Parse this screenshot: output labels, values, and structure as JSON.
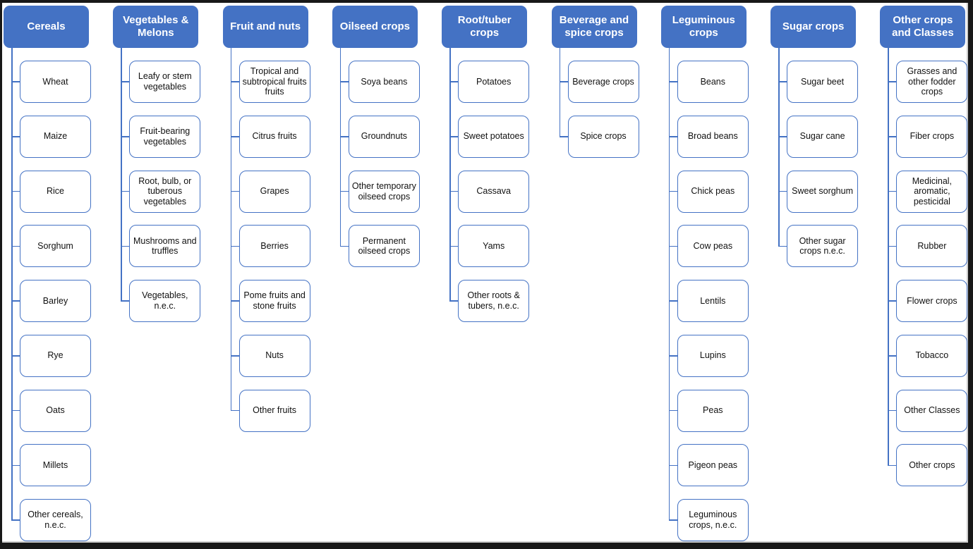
{
  "colors": {
    "header_bg": "#4472C4",
    "header_text": "#ffffff",
    "node_border": "#4472C4",
    "node_bg": "#ffffff",
    "connector": "#4472C4",
    "frame": "#181818",
    "canvas_bg": "#ffffff"
  },
  "diagram": {
    "type": "hierarchy",
    "columns": [
      {
        "header": "Cereals",
        "children": [
          "Wheat",
          "Maize",
          "Rice",
          "Sorghum",
          "Barley",
          "Rye",
          "Oats",
          "Millets",
          "Other cereals, n.e.c."
        ]
      },
      {
        "header": "Vegetables & Melons",
        "children": [
          "Leafy or stem vegetables",
          "Fruit-bearing vegetables",
          "Root, bulb, or tuberous vegetables",
          "Mushrooms and truffles",
          "Vegetables, n.e.c."
        ]
      },
      {
        "header": "Fruit and nuts",
        "children": [
          "Tropical and subtropical fruits fruits",
          "Citrus fruits",
          "Grapes",
          "Berries",
          "Pome fruits and stone fruits",
          "Nuts",
          "Other fruits"
        ]
      },
      {
        "header": "Oilseed crops",
        "children": [
          "Soya beans",
          "Groundnuts",
          "Other temporary oilseed crops",
          "Permanent oilseed crops"
        ]
      },
      {
        "header": "Root/tuber crops",
        "children": [
          "Potatoes",
          "Sweet potatoes",
          "Cassava",
          "Yams",
          "Other roots & tubers, n.e.c."
        ]
      },
      {
        "header": "Beverage and spice crops",
        "children": [
          "Beverage crops",
          "Spice crops"
        ]
      },
      {
        "header": "Leguminous crops",
        "children": [
          "Beans",
          "Broad beans",
          "Chick peas",
          "Cow peas",
          "Lentils",
          "Lupins",
          "Peas",
          "Pigeon peas",
          "Leguminous crops, n.e.c."
        ]
      },
      {
        "header": "Sugar crops",
        "children": [
          "Sugar beet",
          "Sugar cane",
          "Sweet sorghum",
          "Other sugar crops n.e.c."
        ]
      },
      {
        "header": "Other crops and Classes",
        "children": [
          "Grasses and other fodder crops",
          "Fiber crops",
          "Medicinal, aromatic, pesticidal",
          "Rubber",
          "Flower crops",
          "Tobacco",
          "Other Classes",
          "Other crops"
        ]
      }
    ]
  }
}
